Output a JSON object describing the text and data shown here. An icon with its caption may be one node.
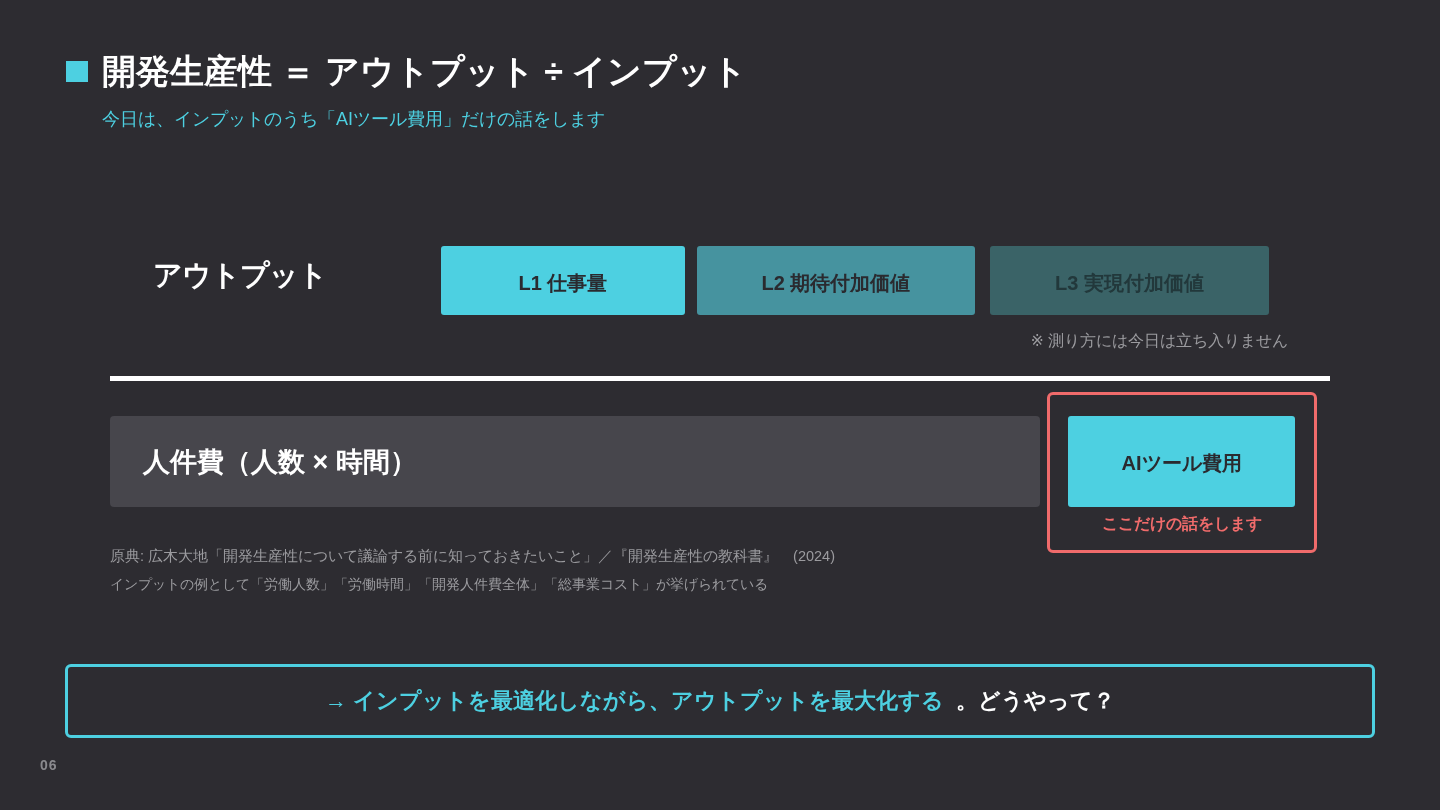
{
  "diagram": {
    "title": "開発生産性 ＝ アウトプット ÷ インプット",
    "nodes": [
      {
        "text": [
          "L1 仕事量"
        ]
      },
      {
        "text": [
          "L2 期待付加価値"
        ]
      },
      {
        "text": [
          "L3 実現付加価値"
        ]
      },
      {
        "text": [
          "人件費（人数 × 時間）"
        ]
      },
      {
        "text": [
          "ここだけの話をします"
        ]
      },
      {
        "text": [
          "AIツール費用"
        ],
        "in": 4
      },
      {
        "text": [
          "→ インプットを最適化しながら、アウトプットを最大化する",
          "。どうやって？"
        ]
      }
    ],
    "labels": [
      "今日は、インプットのうち「AIツール費用」だけの話をします",
      "アウトプット",
      "※ 測り方には今日は立ち入りません",
      "原典: 広木大地「開発生産性について議論する前に知っておきたいこと」／『開発生産性の教科書』　(2024)",
      "インプットの例として「労働人数」「労働時間」「開発人件費全体」「総事業コスト」が挙げられている",
      "06"
    ]
  }
}
